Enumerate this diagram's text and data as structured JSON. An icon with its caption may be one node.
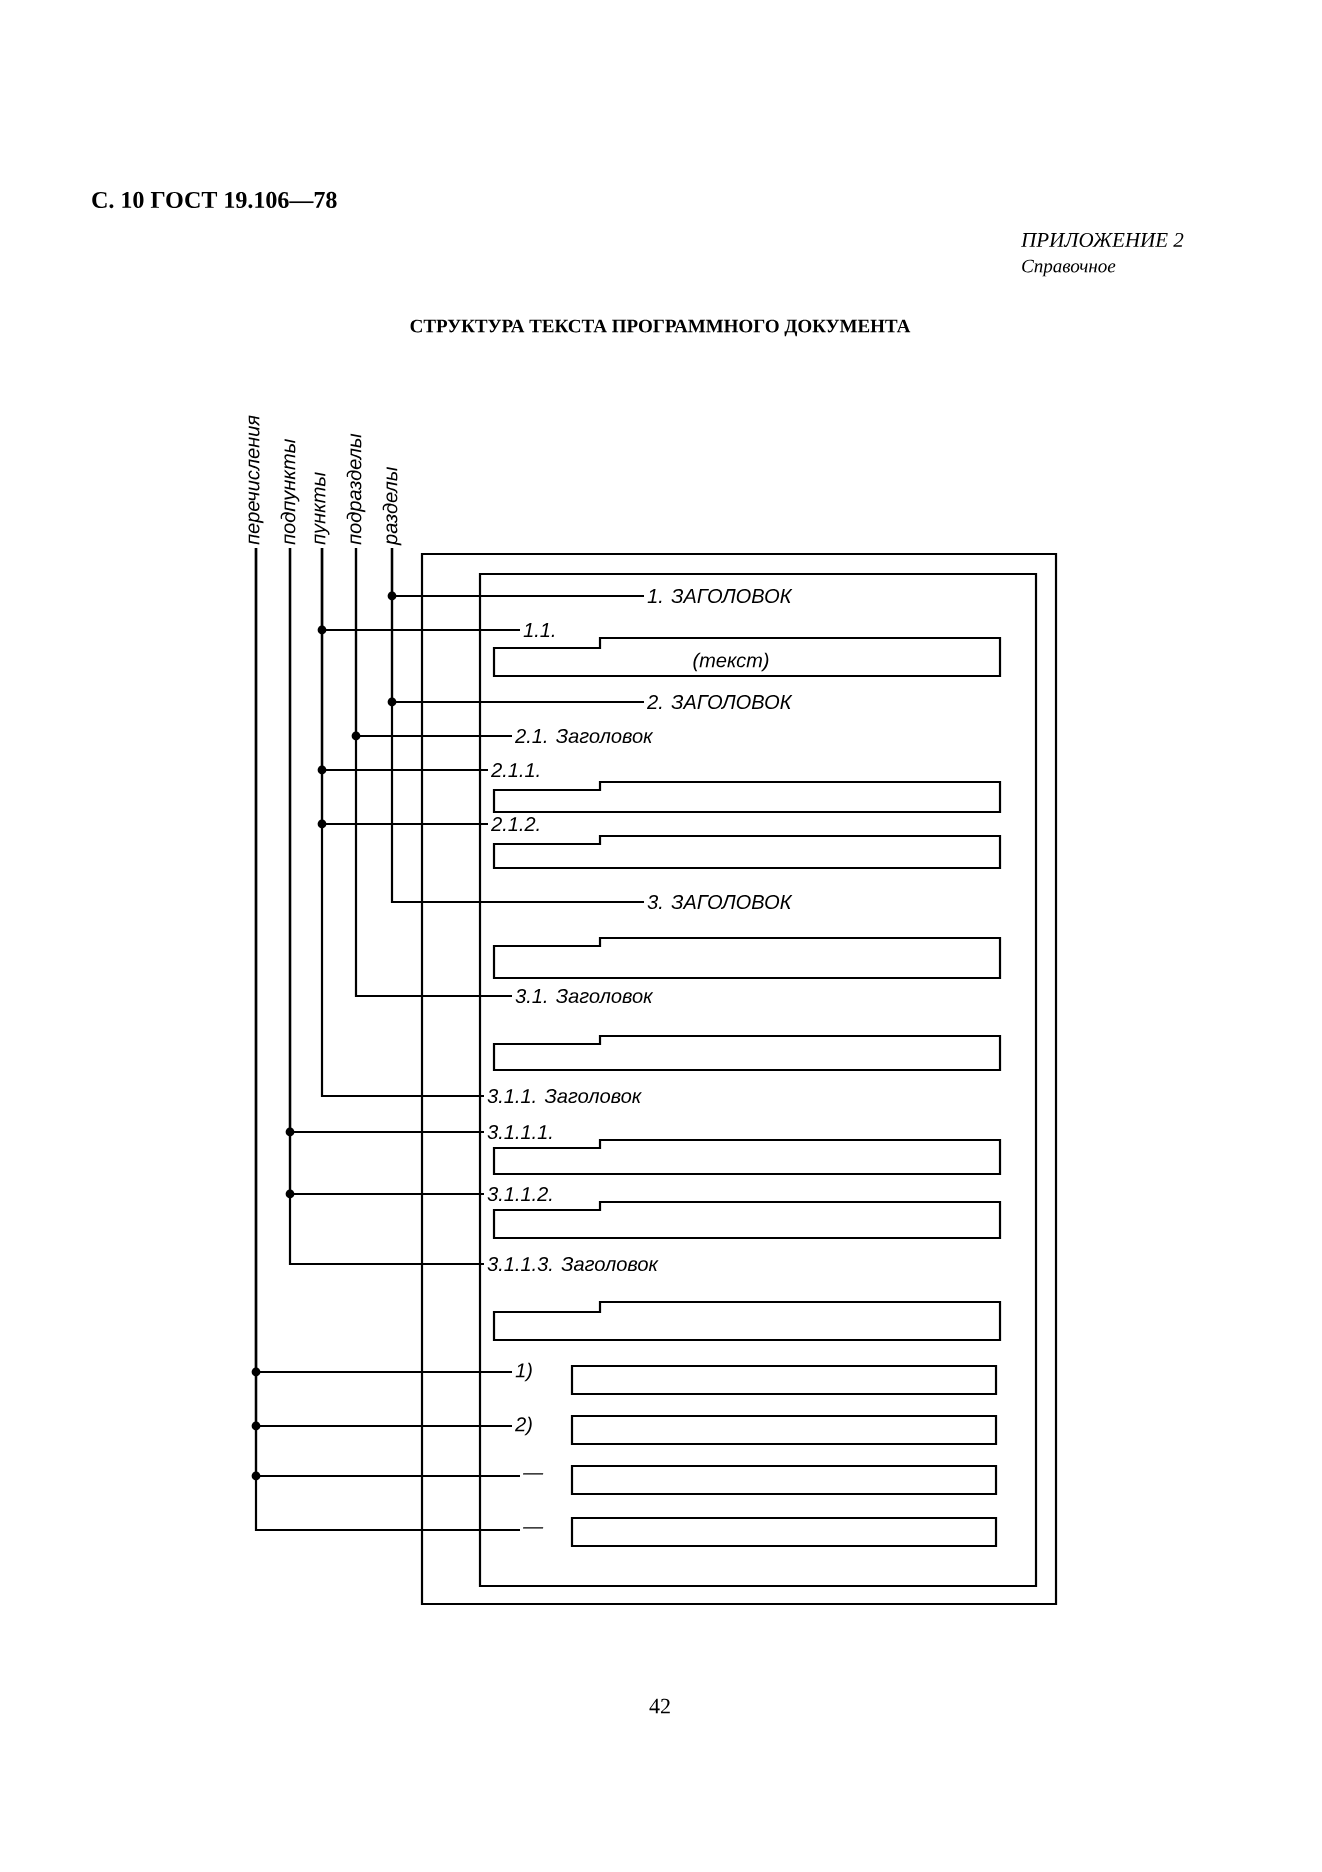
{
  "diagram": {
    "title": "СТРУКТУРА ТЕКСТА ПРОГРАММНОГО ДОКУМЕНТА",
    "nodes": [
      {
        "text": [
          "перечисления"
        ]
      },
      {
        "text": [
          "подпункты"
        ]
      },
      {
        "text": [
          "пункты"
        ]
      },
      {
        "text": [
          "подразделы"
        ]
      },
      {
        "text": [
          "разделы"
        ]
      },
      {
        "text": [
          "1. ЗАГОЛОВОК"
        ]
      },
      {
        "text": [
          "1.1."
        ]
      },
      {
        "text": [
          "(текст)"
        ]
      },
      {
        "text": [
          "2. ЗАГОЛОВОК"
        ]
      },
      {
        "text": [
          "2.1. Заголовок"
        ]
      },
      {
        "text": [
          "2.1.1."
        ]
      },
      {
        "text": [],
        "shape": "box"
      },
      {
        "text": [
          "2.1.2."
        ]
      },
      {
        "text": [],
        "shape": "box"
      },
      {
        "text": [
          "3. ЗАГОЛОВОК"
        ]
      },
      {
        "text": [],
        "shape": "box"
      },
      {
        "text": [
          "3.1. Заголовок"
        ]
      },
      {
        "text": [],
        "shape": "box"
      },
      {
        "text": [
          "3.1.1. Заголовок"
        ]
      },
      {
        "text": [
          "3.1.1.1."
        ]
      },
      {
        "text": [],
        "shape": "box"
      },
      {
        "text": [
          "3.1.1.2."
        ]
      },
      {
        "text": [],
        "shape": "box"
      },
      {
        "text": [
          "3.1.1.3. Заголовок"
        ]
      },
      {
        "text": [],
        "shape": "box"
      },
      {
        "text": [
          "1)"
        ]
      },
      {
        "text": [],
        "shape": "box"
      },
      {
        "text": [
          "2)"
        ]
      },
      {
        "text": [],
        "shape": "box"
      },
      {
        "text": [
          "—"
        ]
      },
      {
        "text": [],
        "shape": "box"
      },
      {
        "text": [
          "—"
        ]
      },
      {
        "text": [],
        "shape": "box"
      }
    ],
    "edges": [
      {
        "from": 4,
        "to": 5,
        "arrow": "none"
      },
      {
        "from": 2,
        "to": 6,
        "arrow": "none"
      },
      {
        "from": 4,
        "to": 8,
        "arrow": "none"
      },
      {
        "from": 3,
        "to": 9,
        "arrow": "none"
      },
      {
        "from": 2,
        "to": 10,
        "arrow": "none"
      },
      {
        "from": 2,
        "to": 12,
        "arrow": "none"
      },
      {
        "from": 4,
        "to": 14,
        "arrow": "none"
      },
      {
        "from": 3,
        "to": 16,
        "arrow": "none"
      },
      {
        "from": 2,
        "to": 18,
        "arrow": "none"
      },
      {
        "from": 1,
        "to": 19,
        "arrow": "none"
      },
      {
        "from": 1,
        "to": 21,
        "arrow": "none"
      },
      {
        "from": 1,
        "to": 23,
        "arrow": "none"
      },
      {
        "from": 0,
        "to": 25,
        "arrow": "none"
      },
      {
        "from": 0,
        "to": 27,
        "arrow": "none"
      },
      {
        "from": 0,
        "to": 29,
        "arrow": "none"
      },
      {
        "from": 0,
        "to": 31,
        "arrow": "none"
      }
    ],
    "labels": [
      "С. 10 ГОСТ 19.106—78",
      "ПРИЛОЖЕНИЕ 2",
      "Справочное",
      "42"
    ]
  }
}
